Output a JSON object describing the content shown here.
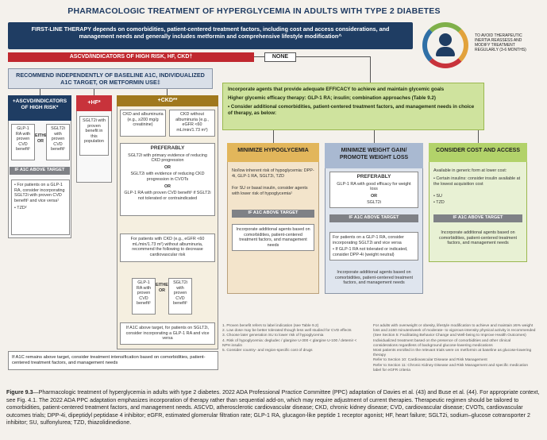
{
  "title": "PHARMACOLOGIC TREATMENT OF HYPERGLYCEMIA IN ADULTS WITH TYPE 2 DIABETES",
  "first_line": "FIRST-LINE THERAPY depends on comorbidities, patient-centered treatment factors, including cost and access considerations, and management needs and generally includes metformin and comprehensive lifestyle modification^",
  "ascvd_bar": "ASCVD/INDICATORS OF HIGH RISK, HF, CKD†",
  "none_label": "NONE",
  "reduce_box": "RECOMMEND INDEPENDENTLY OF BASELINE A1C, INDIVIDUALIZED A1C TARGET, OR METFORMIN USE‡",
  "avoid_text": "TO AVOID THERAPEUTIC INERTIA REASSESS AND MODIFY TREATMENT REGULARLY (3-6 MONTHS)",
  "ascvd_panel": {
    "head": "+ASCVD/INDICATORS OF HIGH RISK*",
    "left": "GLP-1 RA with proven CVD benefit¹",
    "either": "EITHER/ OR",
    "right": "SGLT2i with proven CVD benefit¹",
    "strip": "IF A1C ABOVE TARGET",
    "bullet1": "• For patients on a GLP-1 RA, consider incorporating SGLT2i with proven CVD benefit¹ and vice versa¹",
    "bullet2": "• TZD²"
  },
  "hf_panel": {
    "head": "+HF*",
    "text": "SGLT2i with proven benefit in this population"
  },
  "ckd_panel": {
    "head": "+CKD**",
    "a": "CKD and albuminuria (e.g., ≥200 mg/g creatinine)",
    "b": "CKD without albuminuria (e.g., eGFR <60 mL/min/1.73 m²)",
    "preferably": "PREFERABLY",
    "p1": "SGLT2i with primary evidence of reducing CKD progression",
    "or1": "OR",
    "p2": "SGLT2i with evidence of reducing CKD progression in CVOTs",
    "or2": "OR",
    "p3": "GLP-1 RA with proven CVD benefit¹ if SGLT2i not tolerated or contraindicated",
    "p4": "For patients with CKD (e.g., eGFR <60 mL/min/1.73 m²) without albuminuria, recommend the following to decrease cardiovascular risk",
    "glp": "GLP-1 RA with proven CVD benefit¹",
    "either": "EITHER/ OR",
    "sglt": "SGLT2i with proven CVD benefit¹",
    "after": "If A1C above target, for patients on SGLT2i, consider incorporating a GLP-1 RA and vice versa"
  },
  "bottom_box": "If A1C remains above target, consider treatment intensification based on comorbidities, patient-centered treatment factors, and management needs",
  "green_top": {
    "l1": "Incorporate agents that provide adequate EFFICACY to achieve and maintain glycemic goals",
    "l2": "Higher glycemic efficacy therapy: GLP-1 RA; insulin; combination approaches (Table 9.2)",
    "l3": "• Consider additional comorbidities, patient-centered treatment factors, and management needs in choice of therapy, as below:"
  },
  "col1": {
    "head": "MINIMIZE HYPOGLYCEMIA",
    "t1": "No/low inherent risk of hypoglycemia: DPP-4i, GLP-1 RA, SGLT2i, TZD",
    "t2": "For SU or basal insulin, consider agents with lower risk of hypoglycemia¹",
    "strip": "IF A1C ABOVE TARGET",
    "t3": "Incorporate additional agents based on comorbidities, patient-centered treatment factors, and management needs"
  },
  "col2": {
    "head": "MINIMIZE WEIGHT GAIN/ PROMOTE WEIGHT LOSS",
    "preferably": "PREFERABLY",
    "t1": "GLP-1 RA with good efficacy for weight loss",
    "or": "OR",
    "t2": "SGLT2i",
    "strip": "IF A1C ABOVE TARGET",
    "t3": "For patients on a GLP-1 RA, consider incorporating SGLT2i and vice versa",
    "t4": "• If GLP-1 RA not tolerated or indicated, consider DPP-4i (weight neutral)",
    "t5": "Incorporate additional agents based on comorbidities, patient-centered treatment factors, and management needs"
  },
  "col3": {
    "head": "CONSIDER COST AND ACCESS",
    "t1": "Available in generic form at lower cost:",
    "t2": "• Certain insulins: consider insulin available at the lowest acquisition cost",
    "t3": "• SU",
    "t4": "• TZD",
    "strip": "IF A1C ABOVE TARGET",
    "t5": "Incorporate additional agents based on comorbidities, patient-centered treatment factors, and management needs"
  },
  "footnotes": [
    "1. Proven benefit refers to label indication (see Table 9.2)",
    "2. Low dose may be better tolerated though less well studied for CVD effects",
    "3. Choose later generation SU to lower risk of hypoglycemia",
    "4. Risk of hypoglycemia: degludec / glargine U-300 < glargine U-100 / detemir < NPH insulin",
    "5. Consider country- and region-specific cost of drugs"
  ],
  "footnotes_right": [
    "For adults with overweight or obesity, lifestyle modification to achieve and maintain ≥5% weight loss and ≥150 minutes/week of moderate- to vigorous-intensity physical activity is recommended",
    "(See Section 5: Facilitating Behavior Change and Well-being to Improve Health Outcomes)",
    "Individualized treatment based on the presence of comorbidities and other clinical considerations regardless of background glucose-lowering medications",
    "Most patients enrolled in the relevant trials were on metformin at baseline as glucose-lowering therapy",
    "Refer to Section 10: Cardiovascular Disease and Risk Management",
    "Refer to Section 11: Chronic Kidney Disease and Risk Management and specific medication label for eGFR criteria"
  ],
  "caption_bold": "Figure 9.3",
  "caption": "—Pharmacologic treatment of hyperglycemia in adults with type 2 diabetes. 2022 ADA Professional Practice Committee (PPC) adaptation of Davies et al. (43) and Buse et al. (44). For appropriate context, see Fig. 4.1. The 2022 ADA PPC adaptation emphasizes incorporation of therapy rather than sequential add-on, which may require adjustment of current therapies. Therapeutic regimen should be tailored to comorbidities, patient-centered treatment factors, and management needs. ASCVD, atherosclerotic cardiovascular disease; CKD, chronic kidney disease; CVD, cardiovascular disease; CVOTs, cardiovascular outcomes trials; DPP-4i, dipeptidyl peptidase 4 inhibitor; eGFR, estimated glomerular filtration rate; GLP-1 RA, glucagon-like peptide 1 receptor agonist; HF, heart failure; SGLT2i, sodium–glucose cotransporter 2 inhibitor; SU, sulfonylurea; TZD, thiazolidinedione.",
  "colors": {
    "navy": "#1f3d63",
    "red": "#c0282e",
    "gold": "#a0781c",
    "green": "#cfe39e",
    "orange": "#e2b65b",
    "blue": "#a9b9d1",
    "lime": "#b2d26a"
  }
}
